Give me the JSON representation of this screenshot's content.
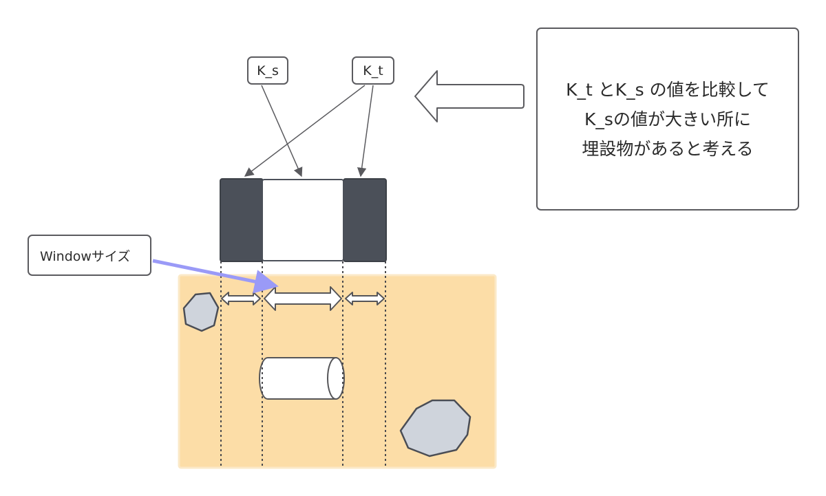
{
  "labels": {
    "k_s": "K_s",
    "k_t": "K_t",
    "window": "Windowサイズ"
  },
  "note": {
    "line1": "K_t とK_s の値を比較して",
    "line2": "K_sの値が大きい所に",
    "line3": "埋設物があると考える"
  },
  "colors": {
    "ground": "#fcdda7",
    "sensor_dark": "#4b5059",
    "rock": "#cfd4dc",
    "outline": "#5a5a5e",
    "window_arrow": "#9a9af7"
  },
  "icons": {
    "left_arrow": "hollow-left-arrow-icon",
    "double_arrow": "double-headed-arrow-icon",
    "rock": "rock-icon",
    "pipe": "buried-pipe-icon"
  }
}
